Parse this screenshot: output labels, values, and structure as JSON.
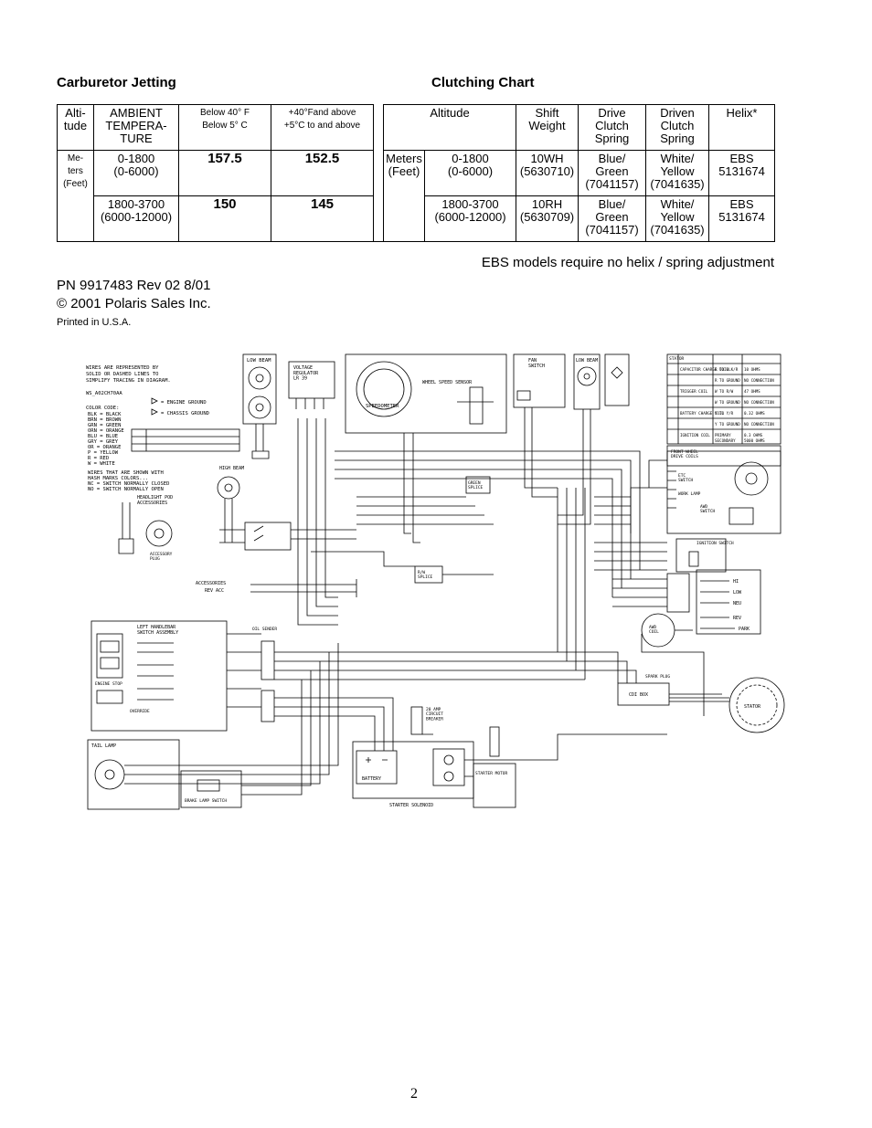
{
  "carb": {
    "heading": "Carburetor Jetting",
    "col1": "Alti-\ntude",
    "col2": "AMBIENT\nTEMPERA-\nTURE",
    "col3": "Below 40° F\nBelow 5° C",
    "col4": "+40°Fand above\n+5°C to and above",
    "unit": "Me-\nters\n(Feet)",
    "rows": [
      {
        "range": "0-1800\n(0-6000)",
        "cold": "157.5",
        "warm": "152.5"
      },
      {
        "range": "1800-3700\n(6000-12000)",
        "cold": "150",
        "warm": "145"
      }
    ]
  },
  "clutch": {
    "heading": "Clutching Chart",
    "headers": {
      "altitude": "Altitude",
      "shift": "Shift\nWeight",
      "drive": "Drive\nClutch\nSpring",
      "driven": "Driven\nClutch\nSpring",
      "helix": "Helix*"
    },
    "unit": "Meters\n(Feet)",
    "rows": [
      {
        "range": "0-1800\n(0-6000)",
        "shift": "10WH\n(5630710)",
        "drive": "Blue/\nGreen\n(7041157)",
        "driven": "White/\nYellow\n(7041635)",
        "helix": "EBS\n5131674"
      },
      {
        "range": "1800-3700\n(6000-12000)",
        "shift": "10RH\n(5630709)",
        "drive": "Blue/\nGreen\n(7041157)",
        "driven": "White/\nYellow\n(7041635)",
        "helix": "EBS\n5131674"
      }
    ]
  },
  "note": "EBS models require no helix / spring adjustment",
  "pn": "PN 9917483  Rev 02 8/01",
  "copyright": "©  2001 Polaris Sales Inc.",
  "printed": "Printed in U.S.A.",
  "diagram": {
    "wires_note": [
      "WIRES ARE REPRESENTED BY",
      "SOLID OR DASHED LINES TO",
      "SIMPLIFY TRACING IN DIAGRAM."
    ],
    "model": "WS_A02CH70AA",
    "engine_ground": "= ENGINE GROUND",
    "chassis_ground": "= CHASSIS GROUND",
    "color_code_title": "COLOR CODE:",
    "color_codes": [
      "BLK = BLACK",
      "BRN = BROWN",
      "GRN = GREEN",
      "ORN = ORANGE",
      "BLU = BLUE",
      "GRY = GREY",
      "OR = ORANGE",
      "P = YELLOW",
      "R = RED",
      "W = WHITE"
    ],
    "switch_notes": [
      "WIRES THAT ARE SHOWN WITH",
      "HASH MARKS COLORS...",
      "NC = SWITCH NORMALLY CLOSED",
      "NO = SWITCH NORMALLY OPEN"
    ],
    "labels": {
      "low_beam": "LOW BEAM",
      "high_beam": "HIGH BEAM",
      "voltage_regulator": "VOLTAGE\nREGULATOR\nLR 39",
      "speedometer": "SPEEDOMETER",
      "wheel_speed_sensor": "WHEEL SPEED SENSOR",
      "fan_switch": "FAN\nSWITCH",
      "low_beam_right": "LOW BEAM",
      "stator_letters": "STATOR",
      "headlight_pod": "HEADLIGHT POD\nACCESSORIES",
      "accessory_plug": "ACCESSORY\nPLUG",
      "green_splice": "GREEN\nSPLICE",
      "rv_splice": "R/W\nSPLICE",
      "accessories": "ACCESSORIES",
      "rev_acc": "REV ACC",
      "left_handlebar": "LEFT HANDLEBAR\nSWITCH ASSEMBLY",
      "oil_sender": "OIL SENDER",
      "engine_stop": "ENGINE STOP",
      "override": "OVERRIDE",
      "tail_lamp": "TAIL LAMP",
      "brake_lamp_switch": "BRAKE LAMP SWITCH",
      "battery": "BATTERY",
      "starter_solenoid": "STARTER SOLENOID",
      "starter_motor": "STARTER MOTOR",
      "circuit_breaker": "20 AMP\nCIRCUIT\nBREAKER",
      "awd_coil": "AWD\nCOIL",
      "cdi_box": "CDI BOX",
      "spark_plug": "SPARK PLUG",
      "stator": "STATOR",
      "ignition_switch": "IGNITION SWITCH",
      "awd_switch": "AWD\nSWITCH",
      "etc_switch": "ETC\nSWITCH",
      "work_lamp": "WORK LAMP",
      "hi": "HI",
      "low": "LOW",
      "neu": "NEU",
      "rev": "REV",
      "park": "PARK",
      "front_wheel_drive_coils": "FRONT WHEEL\nDRIVE COILS"
    },
    "resistance_table": [
      [
        "CAPACITOR CHARGE COIL",
        "R TO BLK/R",
        "10 OHMS"
      ],
      [
        "",
        "R TO GROUND",
        "NO CONNECTION"
      ],
      [
        "TRIGGER COIL",
        "W TO R/W",
        "47 OHMS"
      ],
      [
        "",
        "W TO GROUND",
        "NO CONNECTION"
      ],
      [
        "BATTERY CHARGE COIL",
        "Y TO Y/R",
        "0.32 OHMS"
      ],
      [
        "",
        "Y TO GROUND",
        "NO CONNECTION"
      ],
      [
        "IGNITION COIL",
        "PRIMARY",
        "0.3 OHMS"
      ],
      [
        "",
        "SECONDARY",
        "5000 OHMS"
      ]
    ]
  },
  "page_number": "2"
}
